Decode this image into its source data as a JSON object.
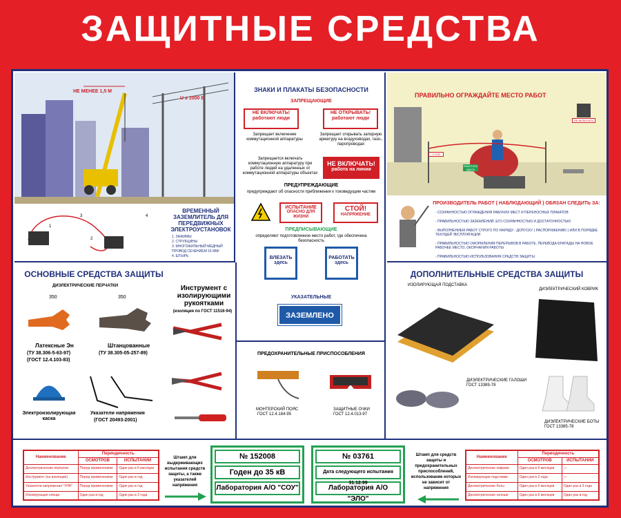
{
  "title": "ЗАЩИТНЫЕ СРЕДСТВА",
  "crane": {
    "label_distance": "НЕ МЕНЕЕ 1,5 М",
    "label_voltage": "U ≤ 1000 В",
    "ground_title": "ВРЕМЕННЫЙ ЗАЗЕМЛИТЕЛЬ ДЛЯ ПЕРЕДВИЖНЫХ ЭЛЕКТРОУСТАНОВОК",
    "ground_items": [
      "1. ЗАЖИМЫ",
      "2. СТРУБЦИНЫ",
      "3. МНОГОЖИЛЬНЫЙ МЕДНЫЙ ПРОВОД СЕЧЕНИЕМ 16 ММ²",
      "4. ШТЫРЬ"
    ],
    "num1": "1",
    "num2": "2",
    "num3": "3",
    "num4": "4"
  },
  "signs": {
    "title": "ЗНАКИ И ПЛАКАТЫ БЕЗОПАСНОСТИ",
    "prohibiting": "ЗАПРЕЩАЮЩИЕ",
    "s1_top": "НЕ ВКЛЮЧАТЬ!",
    "s1_bottom": "работают люди",
    "s1_desc": "Запрещает включение коммутационной аппаратуры",
    "s2_top": "НЕ ОТКРЫВАТЬ!",
    "s2_bottom": "работают люди",
    "s2_desc": "Запрещает открывать запорную арматуру на воздуховодах, газо-, паропроводах",
    "s3_desc": "Запрещается включать коммутационную аппаратуру при работе людей на удаленных от коммутационной аппаратуры объектах",
    "s3_top": "НЕ ВКЛЮЧАТЬ!",
    "s3_bottom": "работа на линии",
    "warning": "ПРЕДУПРЕЖДАЮЩИЕ",
    "warning_desc": "предупреждают об опасности приближения к токоведущим частям",
    "w1": "ИСПЫТАНИЕ",
    "w1_b": "ОПАСНО ДЛЯ ЖИЗНИ",
    "w2": "СТОЙ!",
    "w2_b": "НАПРЯЖЕНИЕ",
    "prescriptive": "ПРЕДПИСЫВАЮЩИЕ",
    "prescriptive_desc": "определяют подготовленное место работ, где обеспечена безопасность",
    "p1": "ВЛЕЗАТЬ",
    "p1_b": "здесь",
    "p2": "РАБОТАТЬ",
    "p2_b": "здесь",
    "indicative": "УКАЗАТЕЛЬНЫЕ",
    "i1": "ЗАЗЕМЛЕНО"
  },
  "fence": {
    "title": "ПРАВИЛЬНО ОГРАЖДАЙТЕ МЕСТО РАБОТ",
    "resp_title": "ПРОИЗВОДИТЕЛЬ РАБОТ ( НАБЛЮДАЮЩИЙ ) ОБЯЗАН СЛЕДИТЬ ЗА:",
    "items": [
      "- СОХРАННОСТЬЮ ОГРАЖДЕНИЯ РАБОЧИХ МЕСТ И ПЕРЕНОСНЫХ ПЛАКАТОВ",
      "- ПРАВИЛЬНОСТЬЮ ЗАЗЕМЛЕНИЙ, ЕГО СОХРАННОСТЬЮ И ДОСТАТОЧНОСТЬЮ",
      "- ВЫПОЛНЕНИЕМ РАБОТ СТРОГО ПО НАРЯДУ - ДОПУСКУ ( РАСПОРЯЖЕНИЮ ) ИЛИ В ПОРЯДКЕ ТЕКУЩЕЙ ЭКСПЛУАТАЦИИ",
      "- ПРАВИЛЬНОСТЬЮ ОФОРМЛЕНИЯ ПЕРЕРЫВОВ В РАБОТЕ, ПЕРЕВОДА БРИГАДЫ НА НОВОЕ РАБОЧЕЕ МЕСТО, ОКОНЧАНИЯ РАБОТЫ",
      "- ПРАВИЛЬНОСТЬЮ ИСПОЛЬЗОВАНИЯ СРЕДСТВ ЗАЩИТЫ"
    ],
    "plate1": "НЕ ВКЛЮЧАТЬ",
    "plate2": "СТОЙ",
    "plate3": "РАБОТАТЬ ЗДЕСЬ"
  },
  "basic": {
    "title": "ОСНОВНЫЕ СРЕДСТВА ЗАЩИТЫ",
    "gloves": "ДИЭЛЕКТРИЧЕСКИЕ ПЕРЧАТКИ",
    "dim1": "350",
    "dim2": "350",
    "latex": "Латексные Эн",
    "latex_spec1": "(ТУ 38.306-5-63-97)",
    "latex_spec2": "(ГОСТ 12.4.103-83)",
    "stamped": "Штанцованные",
    "stamped_spec": "(ТУ 38.305-05-257-89)",
    "tool": "Инструмент с изолирующими рукоятками",
    "tool_spec": "(изоляция по ГОСТ 11516-94)",
    "helmet": "Электроизолирующая каска",
    "voltage": "Указатели напряжения",
    "voltage_spec": "(ГОСТ 20493-2001)"
  },
  "protective": {
    "title": "ПРЕДОХРАНИТЕЛЬНЫЕ ПРИСПОСОБЛЕНИЯ",
    "belt": "МОНТЕРСКИЙ ПОЯС",
    "belt_spec": "ГОСТ 12.4.184-95",
    "goggles": "ЗАЩИТНЫЕ ОЧКИ",
    "goggles_spec": "ГОСТ 12.4.013-97"
  },
  "additional": {
    "title": "ДОПОЛНИТЕЛЬНЫЕ СРЕДСТВА ЗАЩИТЫ",
    "stand": "ИЗОЛИРУЮЩАЯ ПОДСТАВКА",
    "carpet": "ДИЭЛЕКТРИЧЕСКИЙ КОВРИК",
    "galoshes": "ДИЭЛЕКТРИЧЕСКИЕ ГАЛОШИ",
    "galoshes_spec": "ГОСТ 13389-78",
    "boots": "ДИЭЛЕКТРИЧЕСКИЕ БОТЫ",
    "boots_spec": "ГОСТ 13385-78"
  },
  "bottom": {
    "left_table": {
      "h1": "Наименование",
      "h2": "Периодичность",
      "h3": "ОСМОТРОВ",
      "h4": "ИСПЫТАНИЙ",
      "rows": [
        [
          "Диэлектрические перчатки",
          "Перед применением",
          "Один раз в 6 месяцев"
        ],
        [
          "Инструмент (на изоляции)",
          "Перед применением",
          "Один раз в год"
        ],
        [
          "Указатели напряжения \"УНН\"",
          "Перед применением",
          "Один раз в год"
        ],
        [
          "Изолирующие клещи",
          "Один раз в год",
          "Один раз в 2 года"
        ]
      ]
    },
    "left_note": "Штамп для выдерживающих испытания средств защиты, а также указателей напряжения",
    "stamp1": [
      "№ 152008",
      "Годен до 35 кВ",
      "Лаборатория А/О \"СОУ\""
    ],
    "stamp2": [
      "№ 03761",
      "Дата следующего испытания 31.12.99",
      "Лаборатория А/О \"ЭЛО\""
    ],
    "right_note": "Штамп для средств защиты и предохранительных приспособлений, использование которых не зависит от напряжения",
    "right_table": {
      "h1": "Наименование",
      "h2": "Периодичность",
      "h3": "ОСМОТРОВ",
      "h4": "ИСПЫТАНИЙ",
      "rows": [
        [
          "Диэлектрические коврики",
          "Один раз в 6 месяцев",
          "—"
        ],
        [
          "Изолирующие подставки",
          "Один раз в 3 года",
          "—"
        ],
        [
          "Диэлектрические боты",
          "Один раз в 6 месяцев",
          "Один раз в 3 года"
        ],
        [
          "Диэлектрические галоши",
          "Один раз в 6 месяцев",
          "Один раз в год"
        ]
      ]
    }
  }
}
